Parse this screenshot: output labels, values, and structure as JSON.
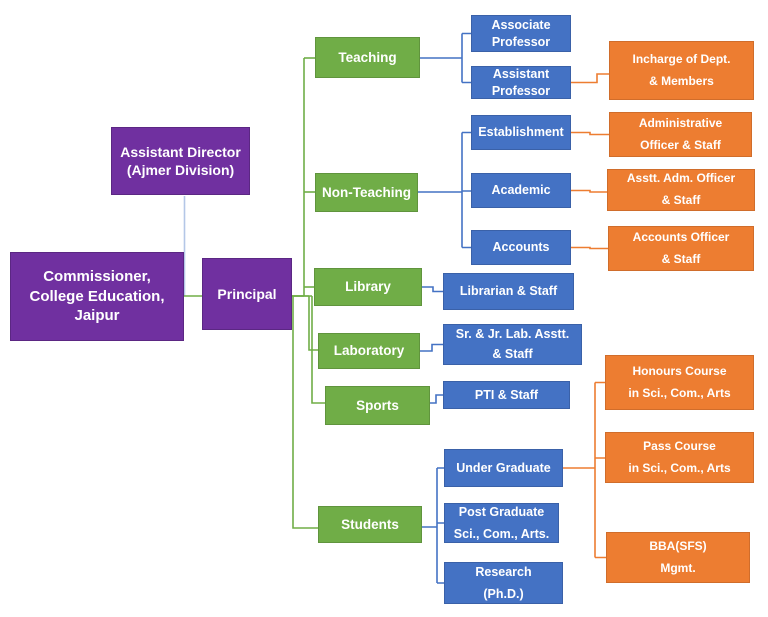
{
  "diagram": {
    "type": "org-chart",
    "colors": {
      "purple": "#7030A0",
      "green": "#70AD47",
      "blue": "#4472C4",
      "orange": "#ED7D31",
      "connector_light_blue": "#B4C7E7",
      "background": "#FFFFFF"
    },
    "nodes": {
      "commissioner": {
        "label": [
          "Commissioner,",
          "College Education,",
          "Jaipur"
        ],
        "color": "purple"
      },
      "assistant_director": {
        "label": [
          "Assistant Director",
          "(Ajmer Division)"
        ],
        "color": "purple"
      },
      "principal": {
        "label": "Principal",
        "color": "purple"
      },
      "teaching": {
        "label": "Teaching",
        "color": "green"
      },
      "non_teaching": {
        "label": "Non-Teaching",
        "color": "green"
      },
      "library": {
        "label": "Library",
        "color": "green"
      },
      "laboratory": {
        "label": "Laboratory",
        "color": "green"
      },
      "sports": {
        "label": "Sports",
        "color": "green"
      },
      "students": {
        "label": "Students",
        "color": "green"
      },
      "associate_professor": {
        "label": [
          "Associate",
          "Professor"
        ],
        "color": "blue"
      },
      "assistant_professor": {
        "label": [
          "Assistant",
          "Professor"
        ],
        "color": "blue"
      },
      "establishment": {
        "label": "Establishment",
        "color": "blue"
      },
      "academic": {
        "label": "Academic",
        "color": "blue"
      },
      "accounts": {
        "label": "Accounts",
        "color": "blue"
      },
      "librarian_staff": {
        "label": "Librarian & Staff",
        "color": "blue"
      },
      "sr_jr_lab_asstt": {
        "label": [
          "Sr. & Jr. Lab. Asstt.",
          "& Staff"
        ],
        "color": "blue"
      },
      "pti_staff": {
        "label": "PTI & Staff",
        "color": "blue"
      },
      "under_graduate": {
        "label": "Under Graduate",
        "color": "blue"
      },
      "post_graduate": {
        "label": [
          "Post Graduate",
          "Sci., Com., Arts."
        ],
        "color": "blue"
      },
      "research": {
        "label": [
          "Research",
          "(Ph.D.)"
        ],
        "color": "blue"
      },
      "incharge_dept": {
        "label": [
          "Incharge of Dept.",
          "& Members"
        ],
        "color": "orange"
      },
      "admin_officer": {
        "label": [
          "Administrative",
          "Officer & Staff"
        ],
        "color": "orange"
      },
      "asstt_adm_officer": {
        "label": [
          "Asstt. Adm. Officer",
          "& Staff"
        ],
        "color": "orange"
      },
      "accounts_officer": {
        "label": [
          "Accounts Officer",
          "& Staff"
        ],
        "color": "orange"
      },
      "honours_course": {
        "label": [
          "Honours Course",
          "in Sci., Com., Arts"
        ],
        "color": "orange"
      },
      "pass_course": {
        "label": [
          "Pass Course",
          "in Sci., Com., Arts"
        ],
        "color": "orange"
      },
      "bba_sfs": {
        "label": [
          "BBA(SFS)",
          "Mgmt."
        ],
        "color": "orange"
      }
    },
    "edges": [
      [
        "assistant_director",
        "commissioner"
      ],
      [
        "commissioner",
        "principal"
      ],
      [
        "principal",
        "teaching"
      ],
      [
        "principal",
        "non_teaching"
      ],
      [
        "principal",
        "library"
      ],
      [
        "principal",
        "laboratory"
      ],
      [
        "principal",
        "sports"
      ],
      [
        "principal",
        "students"
      ],
      [
        "teaching",
        "associate_professor"
      ],
      [
        "teaching",
        "assistant_professor"
      ],
      [
        "assistant_professor",
        "incharge_dept"
      ],
      [
        "non_teaching",
        "establishment"
      ],
      [
        "non_teaching",
        "academic"
      ],
      [
        "non_teaching",
        "accounts"
      ],
      [
        "establishment",
        "admin_officer"
      ],
      [
        "academic",
        "asstt_adm_officer"
      ],
      [
        "accounts",
        "accounts_officer"
      ],
      [
        "library",
        "librarian_staff"
      ],
      [
        "laboratory",
        "sr_jr_lab_asstt"
      ],
      [
        "sports",
        "pti_staff"
      ],
      [
        "students",
        "under_graduate"
      ],
      [
        "students",
        "post_graduate"
      ],
      [
        "students",
        "research"
      ],
      [
        "under_graduate",
        "honours_course"
      ],
      [
        "under_graduate",
        "pass_course"
      ],
      [
        "under_graduate",
        "bba_sfs"
      ]
    ]
  }
}
